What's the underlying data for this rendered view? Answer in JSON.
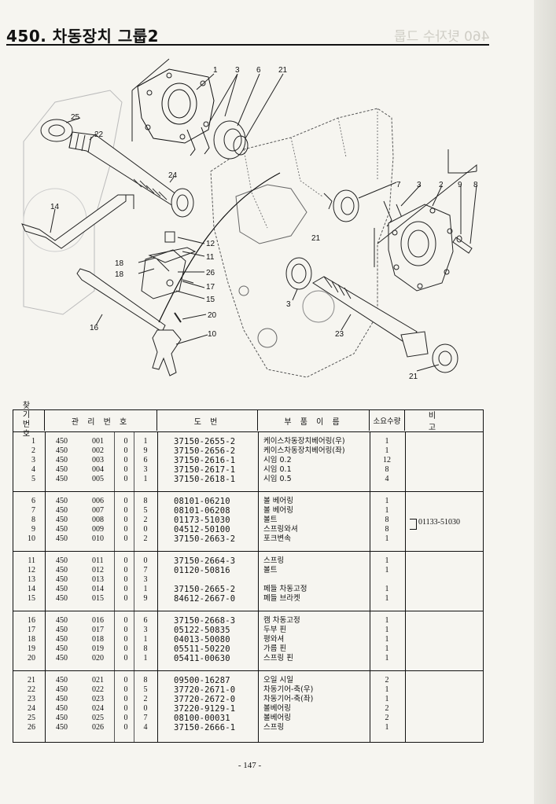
{
  "header": {
    "title": "450. 차동장치 그룹2",
    "ghost_text": "460 탓자수 그룹"
  },
  "diagram": {
    "callouts": [
      "1",
      "3",
      "6",
      "21",
      "25",
      "22",
      "24",
      "14",
      "7",
      "3",
      "2",
      "9",
      "8",
      "21",
      "12",
      "11",
      "18",
      "18",
      "26",
      "17",
      "15",
      "20",
      "16",
      "10",
      "3",
      "23",
      "21"
    ]
  },
  "table": {
    "headers": {
      "no": "찾 기 번 호",
      "no_top": "찾 기",
      "no_bottom": "번 호",
      "mgmt": "관 리 번 호",
      "drawing": "도 번",
      "part_name": "부 품 이 름",
      "qty": "소요수량",
      "remarks": "비 고"
    },
    "groups": [
      [
        {
          "no": "1",
          "g1": "450",
          "g2": "001",
          "g3": "0",
          "g4": "1",
          "part": "37150-2655-2",
          "name": "케이스차동장치베어링(우)",
          "qty": "1"
        },
        {
          "no": "2",
          "g1": "450",
          "g2": "002",
          "g3": "0",
          "g4": "9",
          "part": "37150-2656-2",
          "name": "케이스차동장치베어링(좌)",
          "qty": "1"
        },
        {
          "no": "3",
          "g1": "450",
          "g2": "003",
          "g3": "0",
          "g4": "6",
          "part": "37150-2616-1",
          "name": "시임 0.2",
          "qty": "12"
        },
        {
          "no": "4",
          "g1": "450",
          "g2": "004",
          "g3": "0",
          "g4": "3",
          "part": "37150-2617-1",
          "name": "시임 0.1",
          "qty": "8"
        },
        {
          "no": "5",
          "g1": "450",
          "g2": "005",
          "g3": "0",
          "g4": "1",
          "part": "37150-2618-1",
          "name": "시임 0.5",
          "qty": "4"
        }
      ],
      [
        {
          "no": "6",
          "g1": "450",
          "g2": "006",
          "g3": "0",
          "g4": "8",
          "part": "08101-06210",
          "name": "볼 베어링",
          "qty": "1"
        },
        {
          "no": "7",
          "g1": "450",
          "g2": "007",
          "g3": "0",
          "g4": "5",
          "part": "08101-06208",
          "name": "볼 베어링",
          "qty": "1"
        },
        {
          "no": "8",
          "g1": "450",
          "g2": "008",
          "g3": "0",
          "g4": "2",
          "part": "01173-51030",
          "name": "볼트",
          "qty": "8"
        },
        {
          "no": "9",
          "g1": "450",
          "g2": "009",
          "g3": "0",
          "g4": "0",
          "part": "04512-50100",
          "name": "스프링와셔",
          "qty": "8"
        },
        {
          "no": "10",
          "g1": "450",
          "g2": "010",
          "g3": "0",
          "g4": "2",
          "part": "37150-2663-2",
          "name": "포크변속",
          "qty": "1"
        }
      ],
      [
        {
          "no": "11",
          "g1": "450",
          "g2": "011",
          "g3": "0",
          "g4": "0",
          "part": "37150-2664-3",
          "name": "스프링",
          "qty": "1"
        },
        {
          "no": "12",
          "g1": "450",
          "g2": "012",
          "g3": "0",
          "g4": "7",
          "part": "01120-50816",
          "name": "볼트",
          "qty": "1"
        },
        {
          "no": "13",
          "g1": "450",
          "g2": "013",
          "g3": "0",
          "g4": "3",
          "part": "",
          "name": "",
          "qty": ""
        },
        {
          "no": "14",
          "g1": "450",
          "g2": "014",
          "g3": "0",
          "g4": "1",
          "part": "37150-2665-2",
          "name": "페들 차동고정",
          "qty": "1"
        },
        {
          "no": "15",
          "g1": "450",
          "g2": "015",
          "g3": "0",
          "g4": "9",
          "part": "84612-2667-0",
          "name": "페들 브라켓",
          "qty": "1"
        }
      ],
      [
        {
          "no": "16",
          "g1": "450",
          "g2": "016",
          "g3": "0",
          "g4": "6",
          "part": "37150-2668-3",
          "name": "캠 차동고정",
          "qty": "1"
        },
        {
          "no": "17",
          "g1": "450",
          "g2": "017",
          "g3": "0",
          "g4": "3",
          "part": "05122-50835",
          "name": "두부 핀",
          "qty": "1"
        },
        {
          "no": "18",
          "g1": "450",
          "g2": "018",
          "g3": "0",
          "g4": "1",
          "part": "04013-50080",
          "name": "평와셔",
          "qty": "1"
        },
        {
          "no": "19",
          "g1": "450",
          "g2": "019",
          "g3": "0",
          "g4": "8",
          "part": "05511-50220",
          "name": "가름 핀",
          "qty": "1"
        },
        {
          "no": "20",
          "g1": "450",
          "g2": "020",
          "g3": "0",
          "g4": "1",
          "part": "05411-00630",
          "name": "스프링 핀",
          "qty": "1"
        }
      ],
      [
        {
          "no": "21",
          "g1": "450",
          "g2": "021",
          "g3": "0",
          "g4": "8",
          "part": "09500-16287",
          "name": "오일 시일",
          "qty": "2"
        },
        {
          "no": "22",
          "g1": "450",
          "g2": "022",
          "g3": "0",
          "g4": "5",
          "part": "37720-2671-0",
          "name": "차동기어-축(우)",
          "qty": "1"
        },
        {
          "no": "23",
          "g1": "450",
          "g2": "023",
          "g3": "0",
          "g4": "2",
          "part": "37720-2672-0",
          "name": "차동기어-축(좌)",
          "qty": "1"
        },
        {
          "no": "24",
          "g1": "450",
          "g2": "024",
          "g3": "0",
          "g4": "0",
          "part": "37220-9129-1",
          "name": "볼베어링",
          "qty": "2"
        },
        {
          "no": "25",
          "g1": "450",
          "g2": "025",
          "g3": "0",
          "g4": "7",
          "part": "08100-00031",
          "name": "볼베어링",
          "qty": "2"
        },
        {
          "no": "26",
          "g1": "450",
          "g2": "026",
          "g3": "0",
          "g4": "4",
          "part": "37150-2666-1",
          "name": "스프링",
          "qty": "1"
        }
      ]
    ],
    "remark": "01133-51030"
  },
  "footer": {
    "page": "- 147 -"
  }
}
